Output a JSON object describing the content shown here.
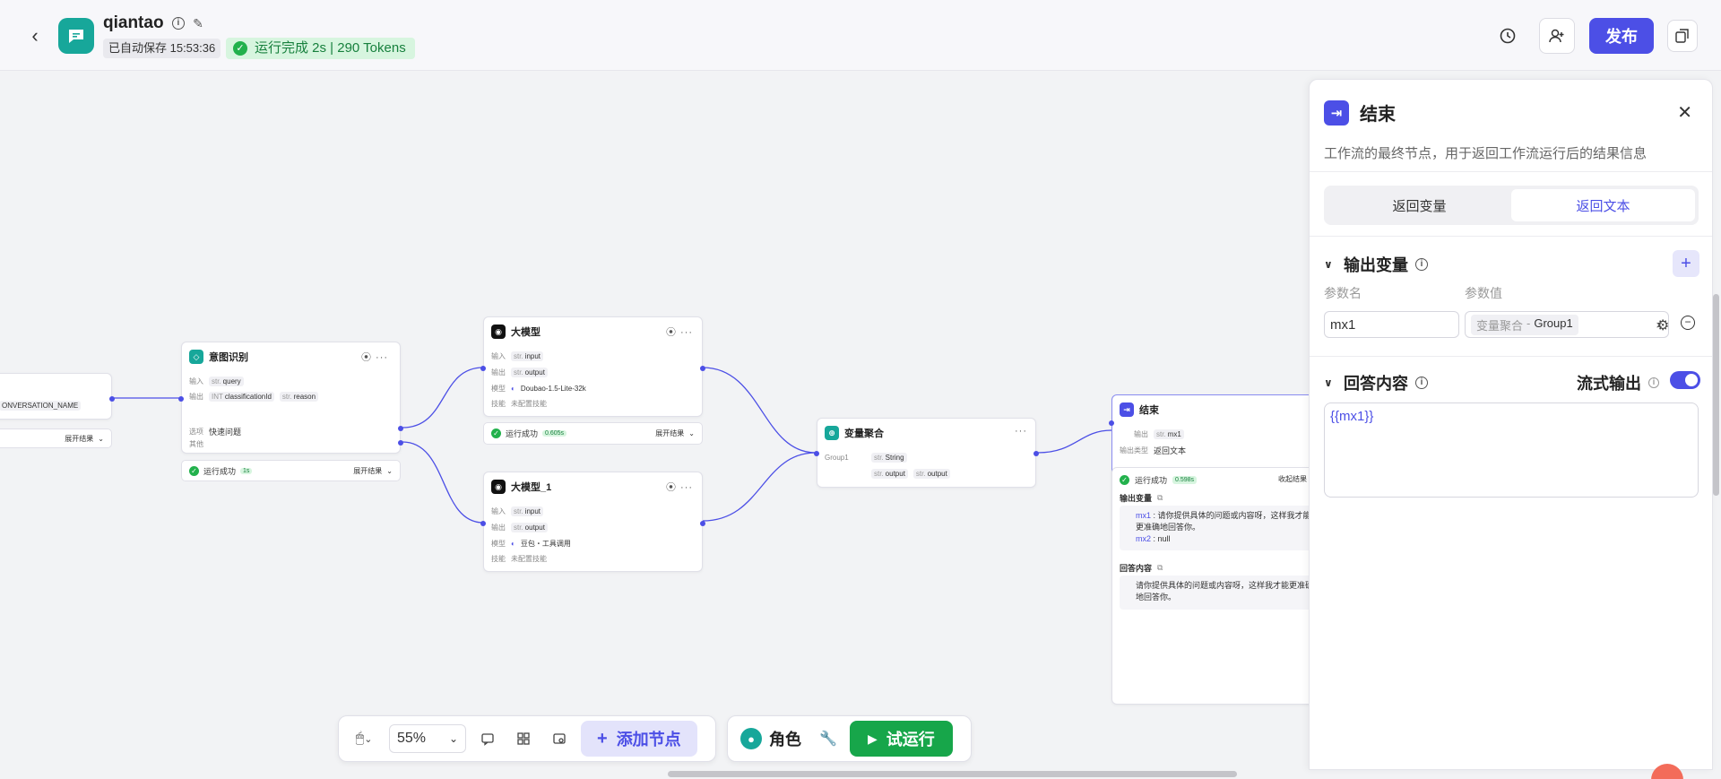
{
  "header": {
    "app_name": "qiantao",
    "autosave": "已自动保存 15:53:36",
    "run_status": "运行完成 2s | 290 Tokens",
    "publish": "发布"
  },
  "canvas": {
    "start_partial": {
      "var": "ONVERSATION_NAME",
      "expand": "展开结果"
    },
    "intent": {
      "title": "意图识别",
      "in_label": "输入",
      "in_var": "query",
      "in_type": "str.",
      "out_label": "输出",
      "out1_type": "INT",
      "out1_var": "classificationId",
      "out2_type": "str.",
      "out2_var": "reason",
      "opt_label": "选项",
      "opt_val": "快速问题",
      "other": "其他",
      "run": "运行成功",
      "run_time": "1s",
      "expand": "展开结果"
    },
    "llm": {
      "title": "大模型",
      "in_label": "输入",
      "in_var": "input",
      "out_label": "输出",
      "out_var": "output",
      "model_label": "模型",
      "model": "Doubao-1.5-Lite-32k",
      "skill_label": "技能",
      "skill": "未配置技能",
      "run": "运行成功",
      "run_time": "0.605s",
      "expand": "展开结果"
    },
    "llm1": {
      "title": "大模型_1",
      "in_label": "输入",
      "in_var": "input",
      "out_label": "输出",
      "out_var": "output",
      "model_label": "模型",
      "model": "豆包・工具调用",
      "skill_label": "技能",
      "skill": "未配置技能"
    },
    "agg": {
      "title": "变量聚合",
      "group": "Group1",
      "type": "String",
      "v1": "output",
      "v2": "output"
    },
    "end": {
      "title": "结束",
      "out_label": "输出",
      "out_var": "mx1",
      "otype_label": "输出类型",
      "otype": "返回文本",
      "run": "运行成功",
      "run_time": "0.598s",
      "collapse": "收起结果",
      "out_vars_title": "输出变量",
      "mx1_key": "mx1",
      "mx1_val": "请你提供具体的问题或内容呀，这样我才能更准确地回答你。",
      "mx2_key": "mx2",
      "mx2_val": "null",
      "answer_title": "回答内容",
      "answer_val": "请你提供具体的问题或内容呀，这样我才能更准确地回答你。"
    }
  },
  "toolbar": {
    "zoom": "55%",
    "add_node": "添加节点",
    "role": "角色",
    "test_run": "试运行"
  },
  "panel": {
    "title": "结束",
    "desc": "工作流的最终节点，用于返回工作流运行后的结果信息",
    "tabs": [
      "返回变量",
      "返回文本"
    ],
    "out_section": "输出变量",
    "param_name_label": "参数名",
    "param_value_label": "参数值",
    "param_name": "mx1",
    "param_ref_node": "变量聚合",
    "param_ref_var": "Group1",
    "answer_section": "回答内容",
    "stream_label": "流式输出",
    "answer_text": "{{mx1}}"
  }
}
